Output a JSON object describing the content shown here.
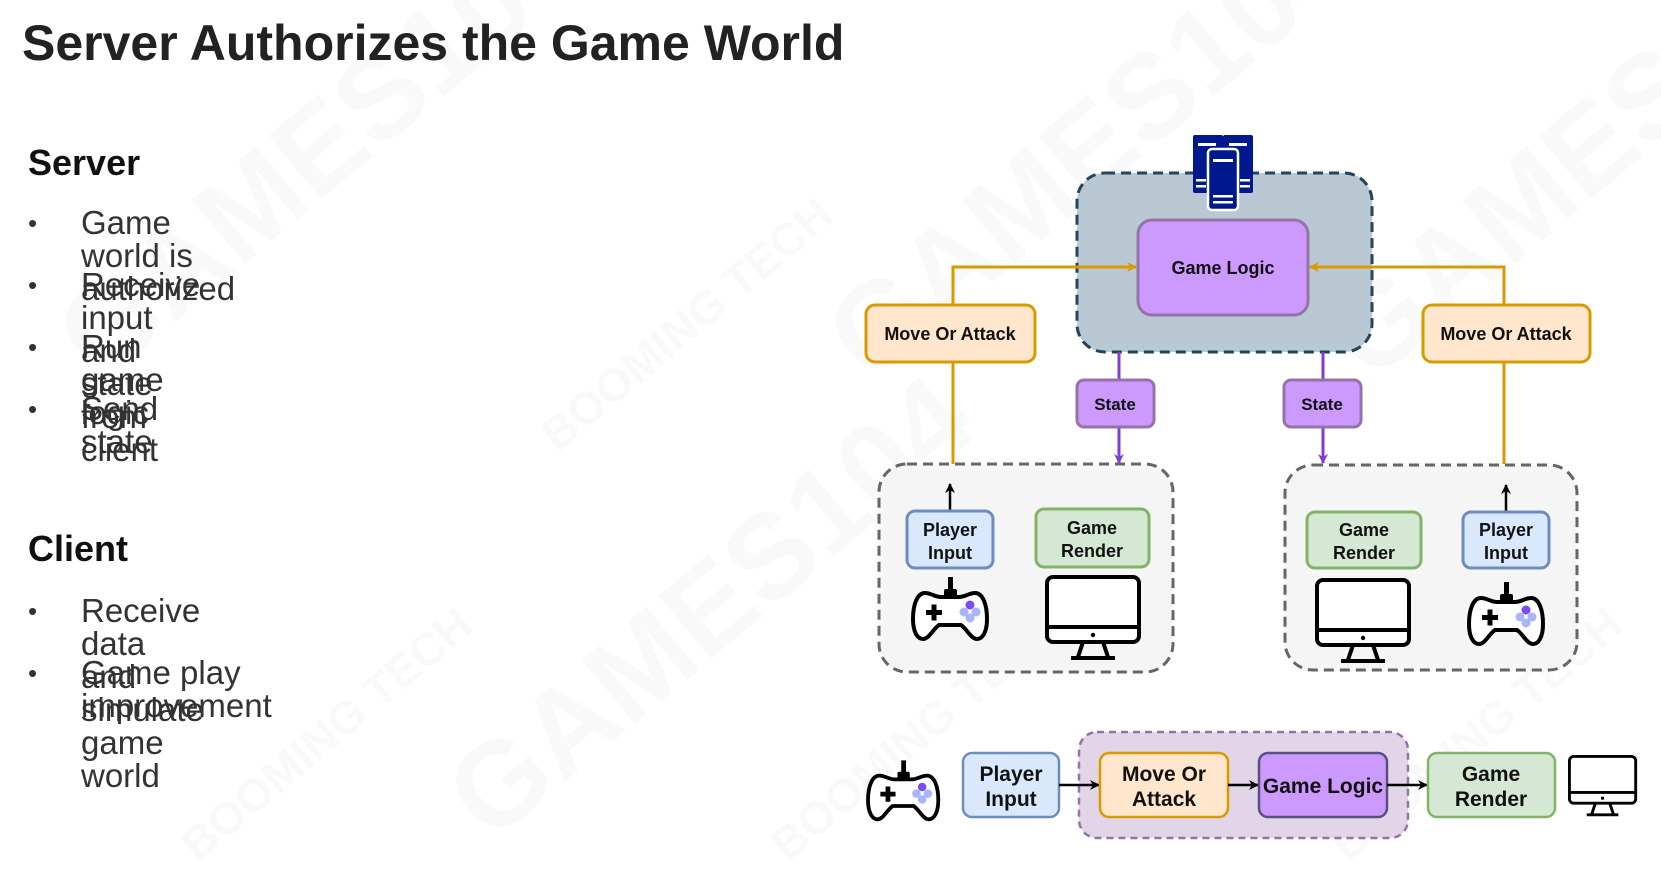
{
  "title": "Server Authorizes the Game World",
  "server_section": {
    "heading": "Server",
    "bullets": [
      "Game world is authorized",
      "Receive input and state from client",
      "Run game logic",
      "Send state"
    ]
  },
  "client_section": {
    "heading": "Client",
    "bullets": [
      "Receive data and simulate game world",
      "Game play improvement"
    ]
  },
  "diagram": {
    "server": {
      "icon": "server-rack-icon",
      "game_logic_label": "Game Logic"
    },
    "left_flow": {
      "action_label": "Move Or Attack",
      "state_label": "State"
    },
    "right_flow": {
      "action_label": "Move Or Attack",
      "state_label": "State"
    },
    "left_client": {
      "player_input_label_line1": "Player",
      "player_input_label_line2": "Input",
      "game_render_label_line1": "Game",
      "game_render_label_line2": "Render",
      "input_device_icon": "gamepad-icon",
      "display_icon": "monitor-icon"
    },
    "right_client": {
      "player_input_label_line1": "Player",
      "player_input_label_line2": "Input",
      "game_render_label_line1": "Game",
      "game_render_label_line2": "Render",
      "input_device_icon": "gamepad-icon",
      "display_icon": "monitor-icon"
    },
    "pipeline": {
      "player_input_line1": "Player",
      "player_input_line2": "Input",
      "move_attack_line1": "Move Or",
      "move_attack_line2": "Attack",
      "game_logic": "Game Logic",
      "game_render_line1": "Game",
      "game_render_line2": "Render"
    },
    "colors": {
      "server_zone_fill": "#bac8d3",
      "server_zone_stroke": "#23445d",
      "server_icon": "#00188d",
      "logic_fill": "#cc99ff",
      "logic_stroke": "#9673a6",
      "action_fill": "#ffe6cc",
      "action_stroke": "#d79b00",
      "state_line": "#7e3ddb",
      "input_fill": "#dae8fc",
      "input_stroke": "#6c8ebf",
      "render_fill": "#d5e8d4",
      "render_stroke": "#82b366",
      "client_zone_fill": "#f5f5f5",
      "client_zone_stroke": "#666666",
      "pipeline_zone_fill": "#e1d5e7",
      "pipeline_zone_stroke": "#9673a6"
    }
  },
  "watermarks": [
    "GAMES104",
    "BOOMING TECH"
  ]
}
